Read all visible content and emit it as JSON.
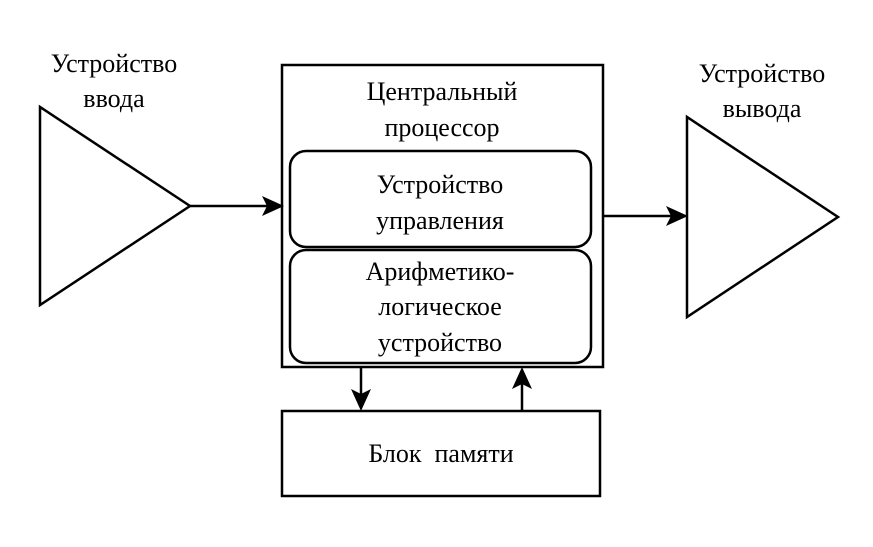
{
  "diagram": {
    "title": "",
    "nodes": {
      "input_device": {
        "label_line1": "Устройство",
        "label_line2": "ввода",
        "shape": "triangle"
      },
      "cpu": {
        "label_line1": "Центральный",
        "label_line2": "процессор",
        "shape": "rectangle"
      },
      "control_unit": {
        "label_line1": "Устройство",
        "label_line2": "управления",
        "shape": "rounded-rectangle"
      },
      "alu": {
        "label_line1": "Арифметико-",
        "label_line2": "логическое",
        "label_line3": "устройство",
        "shape": "rounded-rectangle"
      },
      "output_device": {
        "label_line1": "Устройство",
        "label_line2": "вывода",
        "shape": "triangle"
      },
      "memory": {
        "label": "Блок  памяти",
        "shape": "rectangle"
      }
    },
    "edges": [
      {
        "from": "input_device",
        "to": "cpu"
      },
      {
        "from": "cpu",
        "to": "output_device"
      },
      {
        "from": "cpu",
        "to": "memory"
      },
      {
        "from": "memory",
        "to": "cpu"
      }
    ],
    "colors": {
      "stroke": "#000000",
      "fill": "#ffffff",
      "text": "#000000"
    }
  }
}
